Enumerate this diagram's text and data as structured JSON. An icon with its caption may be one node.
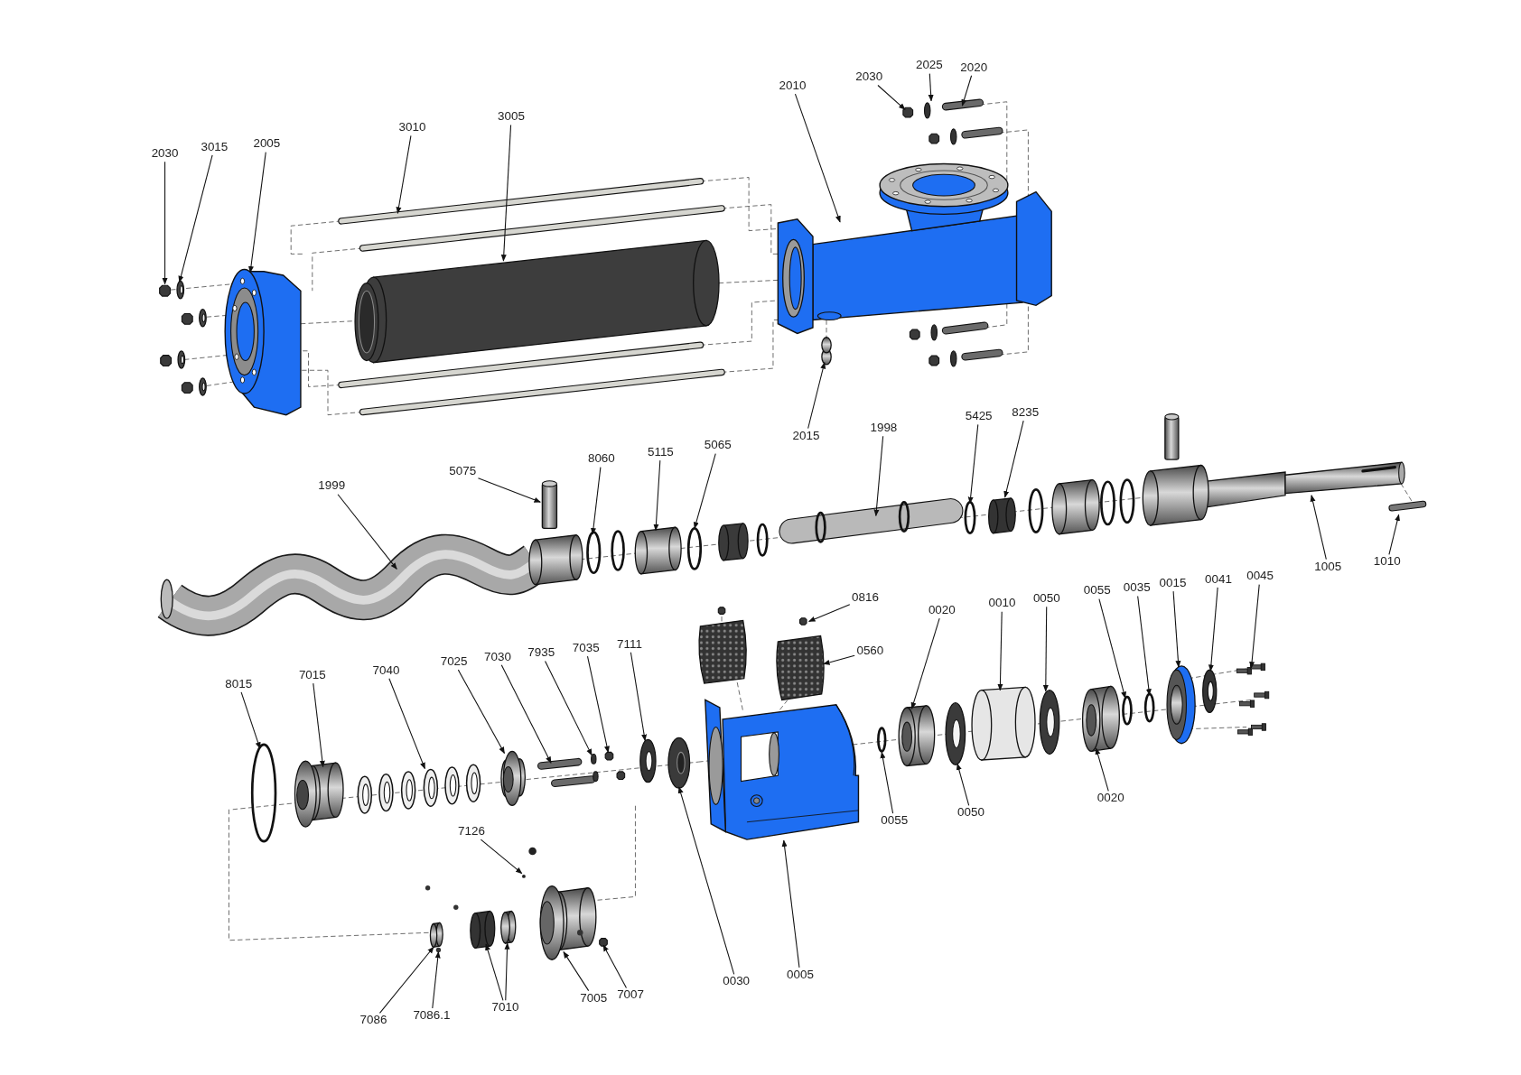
{
  "diagram": {
    "nodes": [
      {
        "text": [
          "2030"
        ]
      },
      {
        "text": [
          "3015"
        ]
      },
      {
        "text": [
          "2005"
        ]
      },
      {
        "text": [
          "3010"
        ]
      },
      {
        "text": [
          "3005"
        ]
      },
      {
        "text": [
          "2010"
        ]
      },
      {
        "text": [
          "2030"
        ]
      },
      {
        "text": [
          "2025"
        ]
      },
      {
        "text": [
          "2020"
        ]
      },
      {
        "text": [
          "5425"
        ]
      },
      {
        "text": [
          "8235"
        ]
      },
      {
        "text": [
          "1998"
        ]
      },
      {
        "text": [
          "2015"
        ]
      },
      {
        "text": [
          "5075"
        ]
      },
      {
        "text": [
          "8060"
        ]
      },
      {
        "text": [
          "5115"
        ]
      },
      {
        "text": [
          "5065"
        ]
      },
      {
        "text": [
          "1999"
        ]
      },
      {
        "text": [
          "1005"
        ]
      },
      {
        "text": [
          "1010"
        ]
      },
      {
        "text": [
          "0816"
        ]
      },
      {
        "text": [
          "0560"
        ]
      },
      {
        "text": [
          "0020"
        ]
      },
      {
        "text": [
          "0010"
        ]
      },
      {
        "text": [
          "0050"
        ]
      },
      {
        "text": [
          "0055"
        ]
      },
      {
        "text": [
          "0035"
        ]
      },
      {
        "text": [
          "0015"
        ]
      },
      {
        "text": [
          "0041"
        ]
      },
      {
        "text": [
          "0045"
        ]
      },
      {
        "text": [
          "8015"
        ]
      },
      {
        "text": [
          "7015"
        ]
      },
      {
        "text": [
          "7040"
        ]
      },
      {
        "text": [
          "7025"
        ]
      },
      {
        "text": [
          "7030"
        ]
      },
      {
        "text": [
          "7935"
        ]
      },
      {
        "text": [
          "7035"
        ]
      },
      {
        "text": [
          "7111"
        ]
      },
      {
        "text": [
          "0020"
        ]
      },
      {
        "text": [
          "0050"
        ]
      },
      {
        "text": [
          "0055"
        ]
      },
      {
        "text": [
          "7126"
        ]
      },
      {
        "text": [
          "0005"
        ]
      },
      {
        "text": [
          "0030"
        ]
      },
      {
        "text": [
          "7007"
        ]
      },
      {
        "text": [
          "7005"
        ]
      },
      {
        "text": [
          "7010"
        ]
      },
      {
        "text": [
          "7086.1"
        ]
      },
      {
        "text": [
          "7086"
        ]
      }
    ],
    "edges": [
      {
        "from": 0,
        "to": null,
        "arrow": "to"
      },
      {
        "from": 1,
        "to": null,
        "arrow": "to"
      },
      {
        "from": 2,
        "to": null,
        "arrow": "to"
      },
      {
        "from": 3,
        "to": null,
        "arrow": "to"
      },
      {
        "from": 4,
        "to": null,
        "arrow": "to"
      },
      {
        "from": 5,
        "to": null,
        "arrow": "to"
      },
      {
        "from": 6,
        "to": null,
        "arrow": "to"
      },
      {
        "from": 7,
        "to": null,
        "arrow": "to"
      },
      {
        "from": 8,
        "to": null,
        "arrow": "to"
      },
      {
        "from": 9,
        "to": null,
        "arrow": "to"
      },
      {
        "from": 10,
        "to": null,
        "arrow": "to"
      },
      {
        "from": 11,
        "to": null,
        "arrow": "to"
      },
      {
        "from": 12,
        "to": null,
        "arrow": "to"
      },
      {
        "from": 13,
        "to": null,
        "arrow": "to"
      },
      {
        "from": 14,
        "to": null,
        "arrow": "to"
      },
      {
        "from": 15,
        "to": null,
        "arrow": "to"
      },
      {
        "from": 16,
        "to": null,
        "arrow": "to"
      },
      {
        "from": 17,
        "to": null,
        "arrow": "to"
      },
      {
        "from": 18,
        "to": null,
        "arrow": "to"
      },
      {
        "from": 19,
        "to": null,
        "arrow": "to"
      },
      {
        "from": 20,
        "to": null,
        "arrow": "to"
      },
      {
        "from": 21,
        "to": null,
        "arrow": "to"
      },
      {
        "from": 22,
        "to": null,
        "arrow": "to"
      },
      {
        "from": 23,
        "to": null,
        "arrow": "to"
      },
      {
        "from": 24,
        "to": null,
        "arrow": "to"
      },
      {
        "from": 25,
        "to": null,
        "arrow": "to"
      },
      {
        "from": 26,
        "to": null,
        "arrow": "to"
      },
      {
        "from": 27,
        "to": null,
        "arrow": "to"
      },
      {
        "from": 28,
        "to": null,
        "arrow": "to"
      },
      {
        "from": 29,
        "to": null,
        "arrow": "to"
      },
      {
        "from": 30,
        "to": null,
        "arrow": "to"
      },
      {
        "from": 31,
        "to": null,
        "arrow": "to"
      },
      {
        "from": 32,
        "to": null,
        "arrow": "to"
      },
      {
        "from": 33,
        "to": null,
        "arrow": "to"
      },
      {
        "from": 34,
        "to": null,
        "arrow": "to"
      },
      {
        "from": 35,
        "to": null,
        "arrow": "to"
      },
      {
        "from": 36,
        "to": null,
        "arrow": "to"
      },
      {
        "from": 37,
        "to": null,
        "arrow": "to"
      },
      {
        "from": 38,
        "to": null,
        "arrow": "to"
      },
      {
        "from": 39,
        "to": null,
        "arrow": "to"
      },
      {
        "from": 40,
        "to": null,
        "arrow": "to"
      },
      {
        "from": 41,
        "to": null,
        "arrow": "to"
      },
      {
        "from": 42,
        "to": null,
        "arrow": "to"
      },
      {
        "from": 43,
        "to": null,
        "arrow": "to"
      },
      {
        "from": 44,
        "to": null,
        "arrow": "to"
      },
      {
        "from": 45,
        "to": null,
        "arrow": "to"
      },
      {
        "from": 46,
        "to": null,
        "arrow": "to"
      },
      {
        "from": 47,
        "to": null,
        "arrow": "to"
      },
      {
        "from": 48,
        "to": null,
        "arrow": "to"
      },
      {
        "from": 46,
        "to": null,
        "arrow": "to"
      }
    ]
  }
}
